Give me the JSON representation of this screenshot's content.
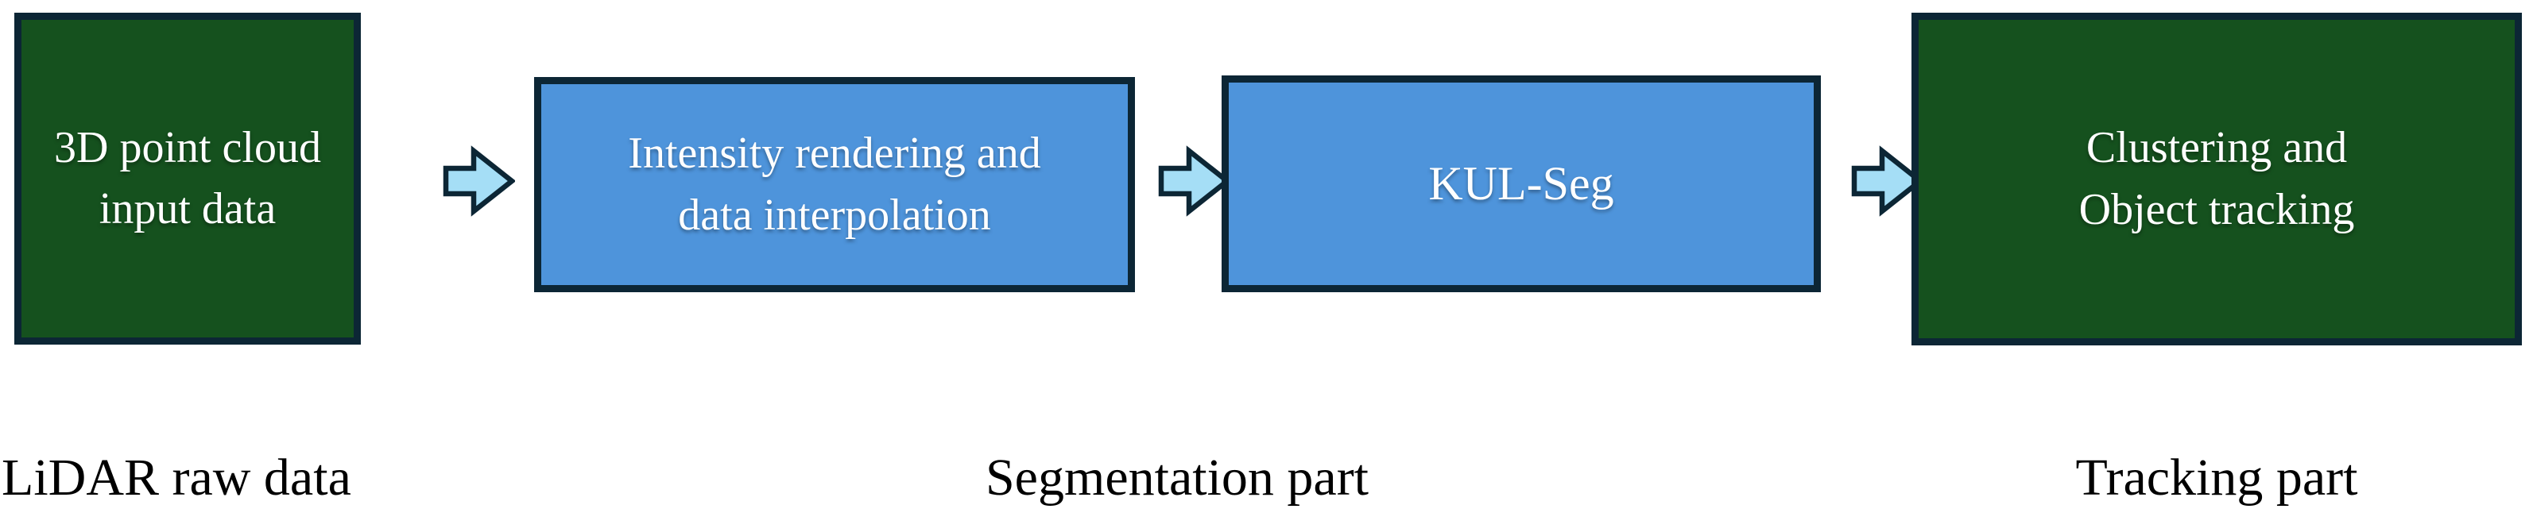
{
  "figure": {
    "type": "flow-diagram",
    "boxes": [
      {
        "id": "point-cloud-input",
        "text": "3D point cloud\ninput data",
        "fill": "green"
      },
      {
        "id": "intensity-rendering",
        "text": "Intensity rendering and\ndata interpolation",
        "fill": "blue"
      },
      {
        "id": "kul-seg",
        "text": "KUL-Seg",
        "fill": "blue"
      },
      {
        "id": "clustering-tracking",
        "text": "Clustering and\nObject tracking",
        "fill": "green"
      }
    ],
    "section_labels": [
      {
        "text": "LiDAR raw data"
      },
      {
        "text": "Segmentation part"
      },
      {
        "text": "Tracking part"
      }
    ]
  },
  "colors": {
    "green-fill": "#15511E",
    "blue-fill": "#4E94DB",
    "box-border": "#0C2635",
    "arrow-fill": "#A5DEF6",
    "text-on-box": "#FFFFFF",
    "label-text": "#000000",
    "background": "#FFFFFF"
  }
}
